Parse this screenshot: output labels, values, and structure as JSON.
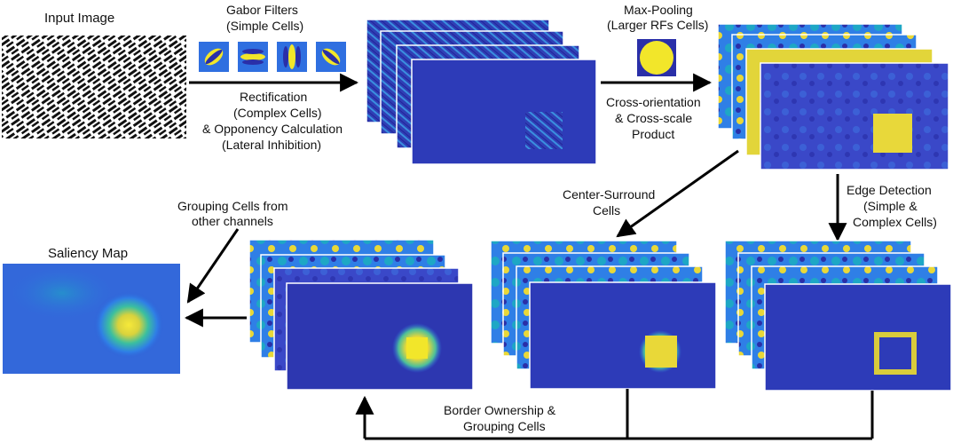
{
  "labels": {
    "input_image": "Input Image",
    "gabor_1": "Gabor Filters",
    "gabor_2": "(Simple Cells)",
    "rect_1": "Rectification",
    "rect_2": "(Complex Cells)",
    "rect_3": "& Opponency Calculation",
    "rect_4": "(Lateral Inhibition)",
    "maxpool_1": "Max-Pooling",
    "maxpool_2": "(Larger RFs Cells)",
    "cross_1": "Cross-orientation",
    "cross_2": "& Cross-scale",
    "cross_3": "Product",
    "edge_1": "Edge Detection",
    "edge_2": "(Simple &",
    "edge_3": "Complex Cells)",
    "cs_1": "Center-Surround",
    "cs_2": "Cells",
    "group_1": "Grouping Cells from",
    "group_2": "other channels",
    "saliency": "Saliency Map",
    "border_1": "Border Ownership &",
    "border_2": "Grouping Cells"
  },
  "colors": {
    "map_dark": "#2a2fa8",
    "map_mid": "#2f6fe0",
    "map_teal": "#1ea7c5",
    "map_yellow": "#f2e62a",
    "arrow": "#000000"
  }
}
